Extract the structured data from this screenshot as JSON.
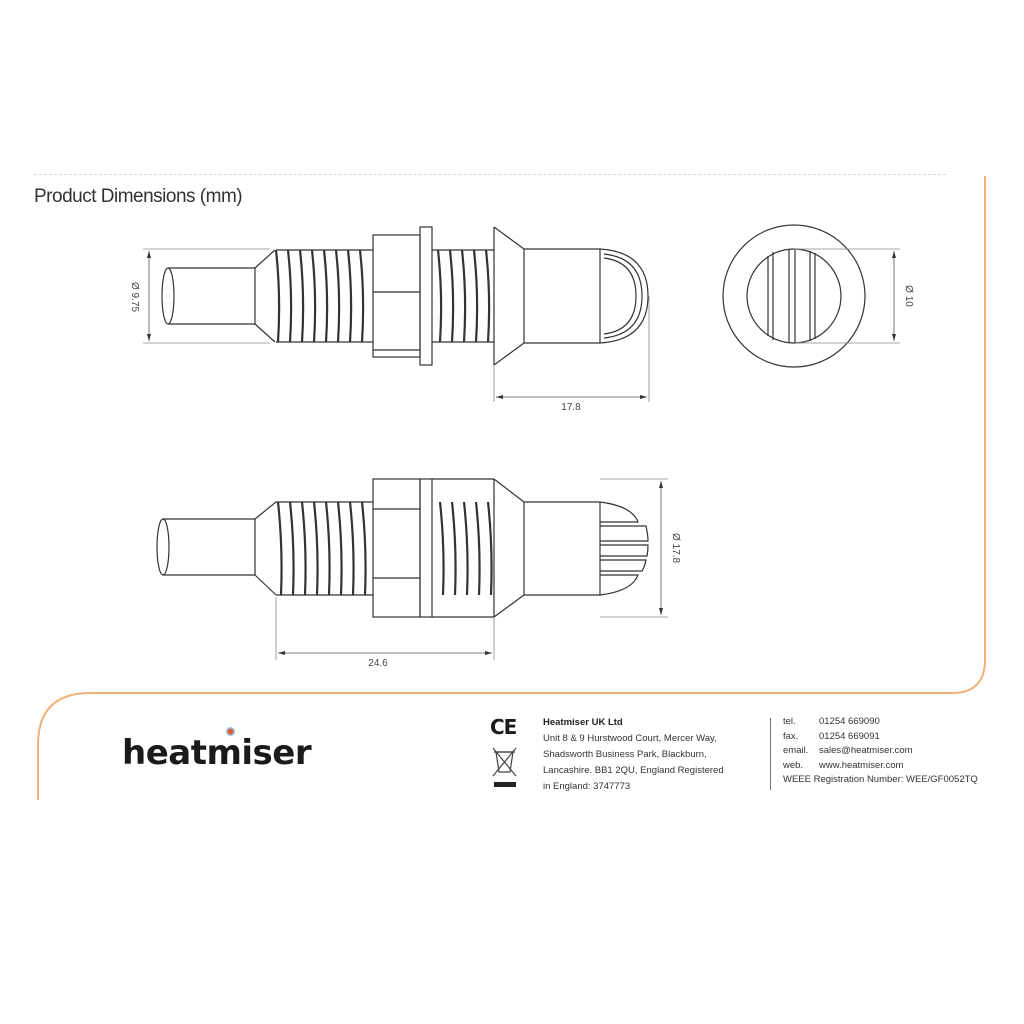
{
  "header": {
    "title": "Product Dimensions (mm)"
  },
  "drawing": {
    "side_view_top": {
      "diameter_label": "Ø 9.75",
      "length_label": "17.8"
    },
    "end_view": {
      "diameter_label": "Ø 10"
    },
    "side_view_bottom": {
      "diameter_label": "Ø 17.8",
      "length_label": "24.6"
    },
    "line_color": "#333333",
    "border_color": "#f0b27a"
  },
  "footer": {
    "brand": "heatmiser",
    "marks": [
      "CE",
      "WEEE bin"
    ],
    "company": "Heatmiser UK Ltd",
    "address_lines": [
      "Unit 8 & 9 Hurstwood Court, Mercer Way,",
      "Shadsworth Business Park, Blackburn,",
      "Lancashire. BB1 2QU, England Registered",
      "in England: 3747773"
    ],
    "contacts": [
      {
        "label": "tel.",
        "value": "01254 669090"
      },
      {
        "label": "fax.",
        "value": "01254 669091"
      },
      {
        "label": "email.",
        "value": "sales@heatmiser.com"
      },
      {
        "label": "web.",
        "value": "www.heatmiser.com"
      }
    ],
    "weee": "WEEE Registration Number: WEE/GF0052TQ"
  }
}
